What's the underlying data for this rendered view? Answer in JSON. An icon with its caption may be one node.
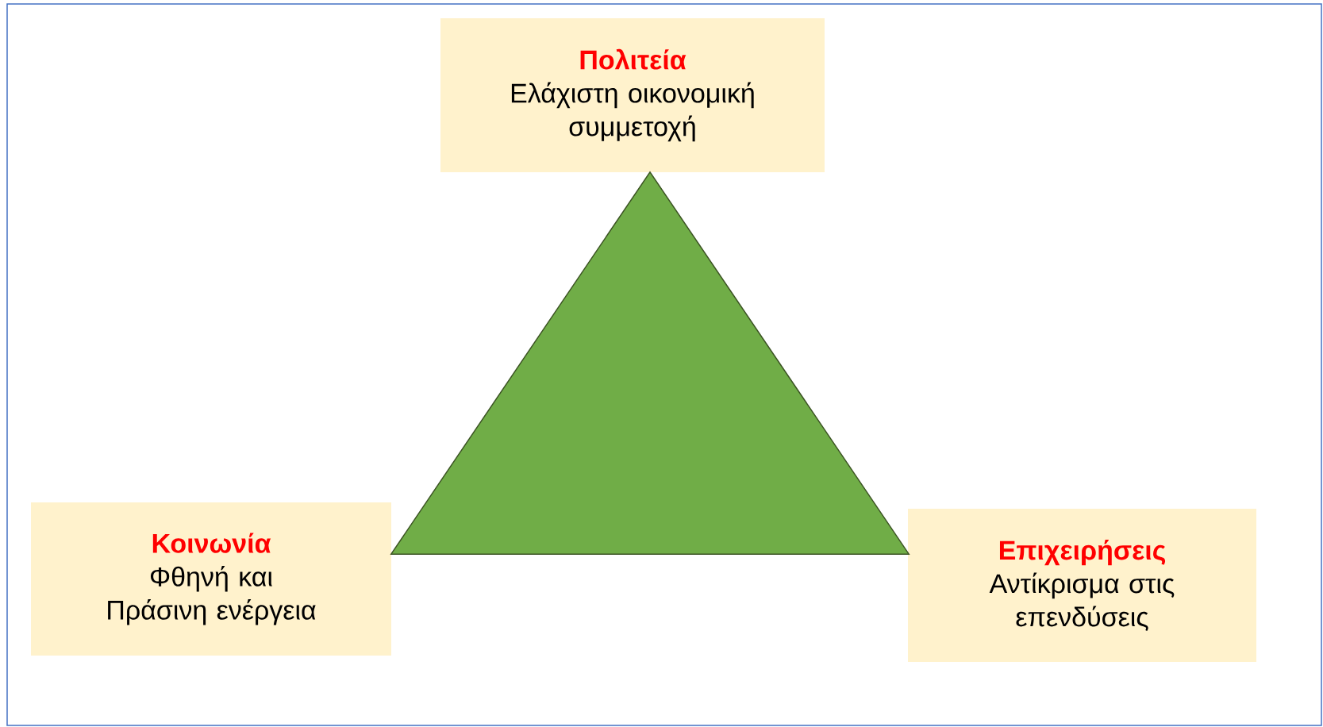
{
  "diagram": {
    "nodes": [
      {
        "text": [
          "Πολιτεία",
          "Ελάχιστη οικονομική συμμετοχή"
        ]
      },
      {
        "text": [
          "Κοινωνία",
          "Φθηνή και Πράσινη ενέργεια"
        ]
      },
      {
        "text": [
          "Επιχειρήσεις",
          "Αντίκρισμα στις επενδύσεις"
        ]
      },
      {
        "text": [],
        "shape": "triangle"
      }
    ]
  }
}
